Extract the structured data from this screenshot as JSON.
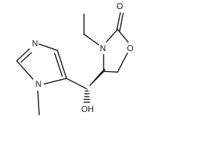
{
  "molecule": {
    "atoms": {
      "carbonyl_oxygen": "O",
      "ring_nitrogen_oxazolidinone": "N",
      "ring_oxygen_oxazolidinone": "O",
      "imidazole_nitrogen_top": "N",
      "imidazole_nitrogen_methyl": "N",
      "hydroxyl": "OH"
    }
  }
}
